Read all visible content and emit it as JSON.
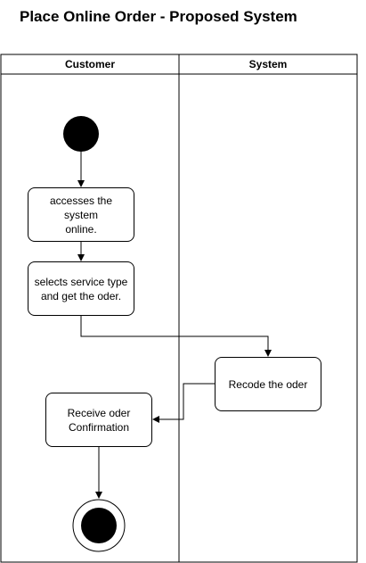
{
  "title": "Place Online Order - Proposed System",
  "lanes": {
    "customer": "Customer",
    "system": "System"
  },
  "nodes": {
    "access": "accesses the system\nonline.",
    "select": "selects service type\nand get the oder.",
    "recode": "Recode the oder",
    "receive": "Receive oder\nConfirmation"
  },
  "colors": {
    "line": "#000000",
    "fill": "#ffffff",
    "node_fill": "#000000"
  }
}
